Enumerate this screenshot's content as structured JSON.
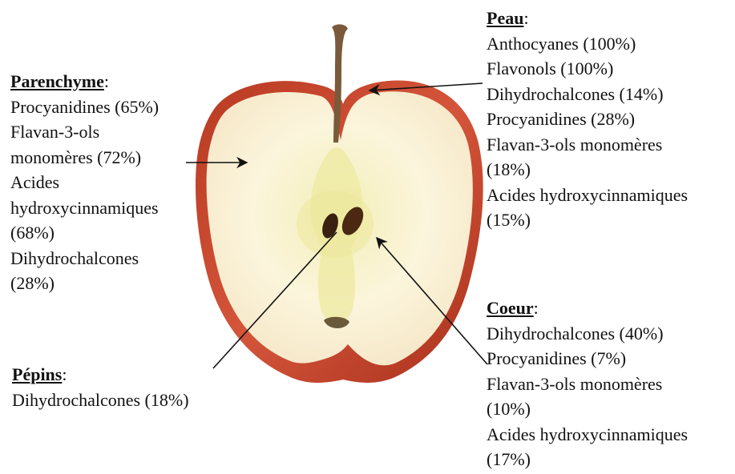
{
  "parenchyme": {
    "title": "Parenchyme",
    "items": [
      "Procyanidines (65%)",
      "Flavan-3-ols",
      "monomères (72%)",
      "Acides",
      "hydroxycinnamiques",
      "(68%)",
      "Dihydrochalcones",
      "(28%)"
    ]
  },
  "peau": {
    "title": "Peau",
    "items": [
      "Anthocyanes (100%)",
      "Flavonols (100%)",
      "Dihydrochalcones (14%)",
      "Procyanidines (28%)",
      "Flavan-3-ols monomères",
      "(18%)",
      "Acides hydroxycinnamiques",
      "(15%)"
    ]
  },
  "pepins": {
    "title": "Pépins",
    "items": [
      "Dihydrochalcones (18%)"
    ]
  },
  "coeur": {
    "title": "Coeur",
    "items": [
      "Dihydrochalcones (40%)",
      "Procyanidines (7%)",
      "Flavan-3-ols monomères",
      "(10%)",
      "Acides hydroxycinnamiques",
      "(17%)"
    ]
  },
  "colors": {
    "skin": "#c8442c",
    "flesh": "#fbf5dc",
    "core": "#ece89a",
    "seed": "#3a2010",
    "stem": "#7a5a3a",
    "arrow": "#111111"
  }
}
